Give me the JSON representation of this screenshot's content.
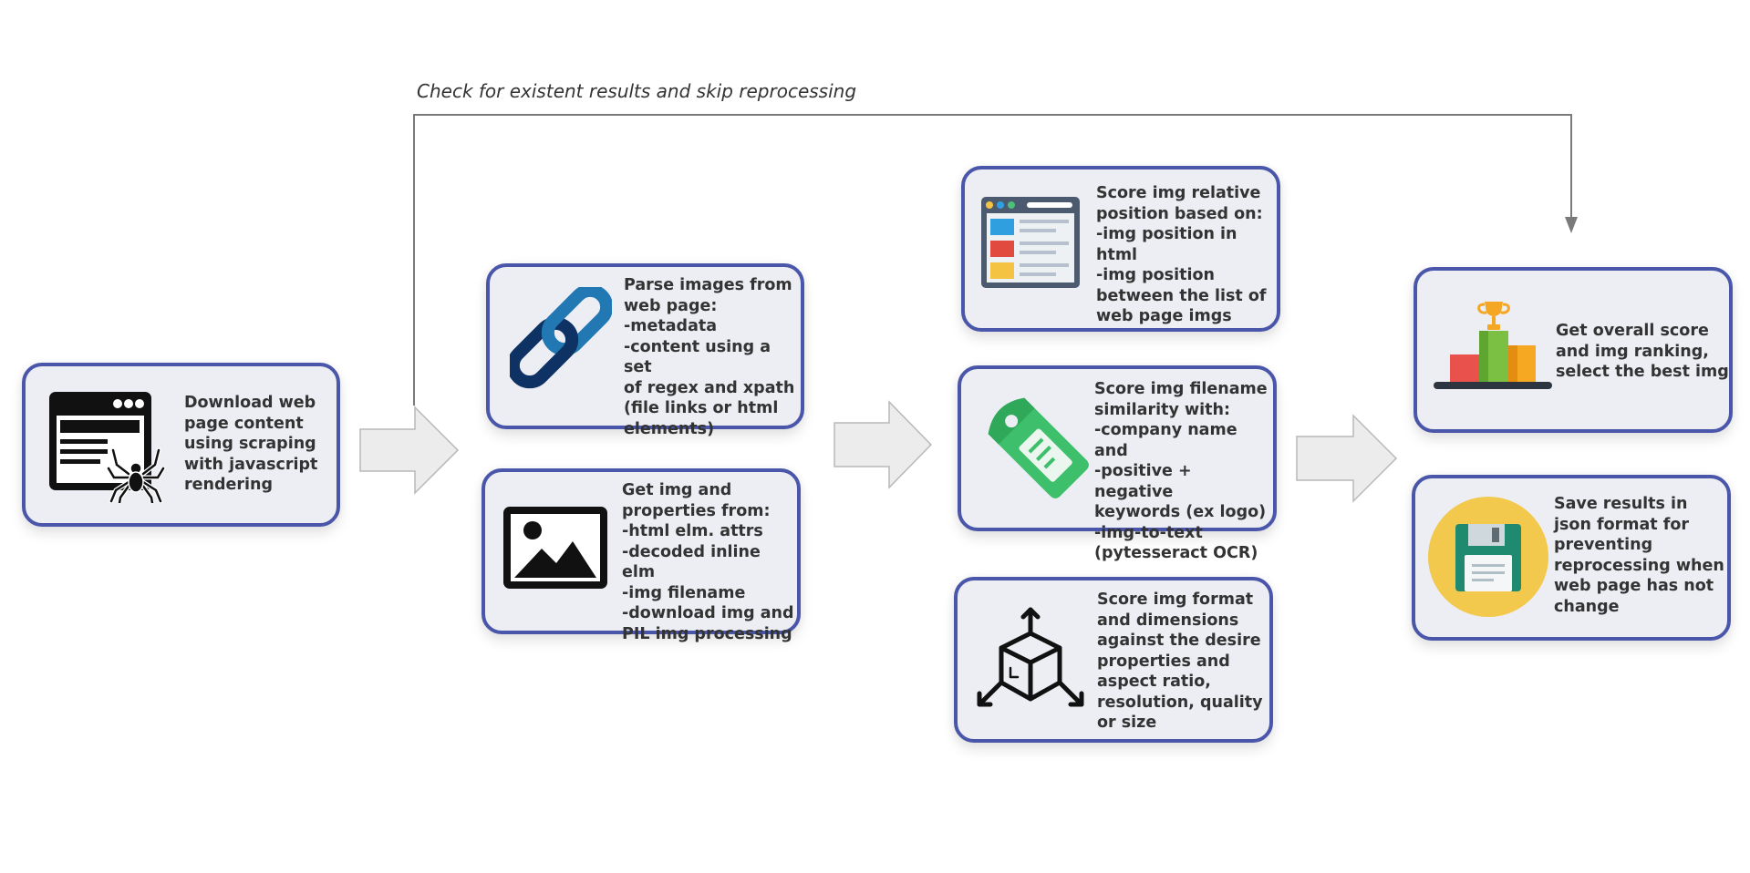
{
  "loop_caption": "Check for existent results and skip reprocessing",
  "steps": {
    "download": {
      "text": "Download  web\npage content\nusing scraping\nwith javascript\nrendering",
      "icon": "web-scraper-spider-icon"
    },
    "parse": {
      "text": "Parse images from\nweb page:\n-metadata\n-content  using a set\nof regex and xpath\n(file links or html\nelements)",
      "icon": "link-chain-icon"
    },
    "properties": {
      "text": "Get img and\nproperties from:\n-html elm. attrs\n-decoded inline elm\n-img filename\n-download img and\nPIL img processing",
      "icon": "image-icon"
    },
    "position": {
      "text": "Score img relative\nposition based on:\n-img position in html\n-img position\nbetween the list of\nweb page imgs",
      "icon": "webpage-layout-icon"
    },
    "filename": {
      "text": "Score img filename\nsimilarity with:\n-company name and\n-positive + negative\nkeywords (ex logo)\n-img-to-text\n(pytesseract OCR)",
      "icon": "tag-icon"
    },
    "format": {
      "text": "Score img format\nand dimensions\nagainst the desire\nproperties and\naspect ratio,\nresolution, quality\nor size",
      "icon": "cube-dimensions-icon"
    },
    "overall": {
      "text": "Get overall score\nand img ranking,\nselect the best img",
      "icon": "podium-trophy-icon"
    },
    "save": {
      "text": "Save results in\njson format for\npreventing\nreprocessing when\nweb page has not\nchange",
      "icon": "floppy-disk-icon"
    }
  },
  "colors": {
    "card_border": "#4a56aa",
    "card_fill": "#eceef4",
    "arrow_fill": "#ececec",
    "arrow_stroke": "#b8b8b8",
    "loop_line": "#7a7a7a"
  }
}
